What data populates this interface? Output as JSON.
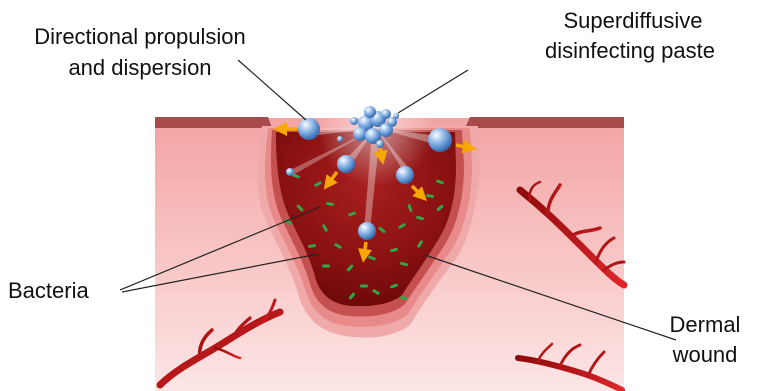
{
  "labels": {
    "propulsion_line1": "Directional propulsion",
    "propulsion_line2": "and dispersion",
    "paste_line1": "Superdiffusive",
    "paste_line2": "disinfecting paste",
    "bacteria": "Bacteria",
    "wound_line1": "Dermal",
    "wound_line2": "wound"
  },
  "colors": {
    "skin_top": "#f4a7a7",
    "skin_bottom": "#fde3e3",
    "epidermis": "#a84a4a",
    "wound_dark": "#7a0c0c",
    "wound_mid": "#a61f1f",
    "bacteria": "#2fa84a",
    "arrow": "#f7a800",
    "sphere": "#5f97d3",
    "vessel": "#c4161c"
  }
}
